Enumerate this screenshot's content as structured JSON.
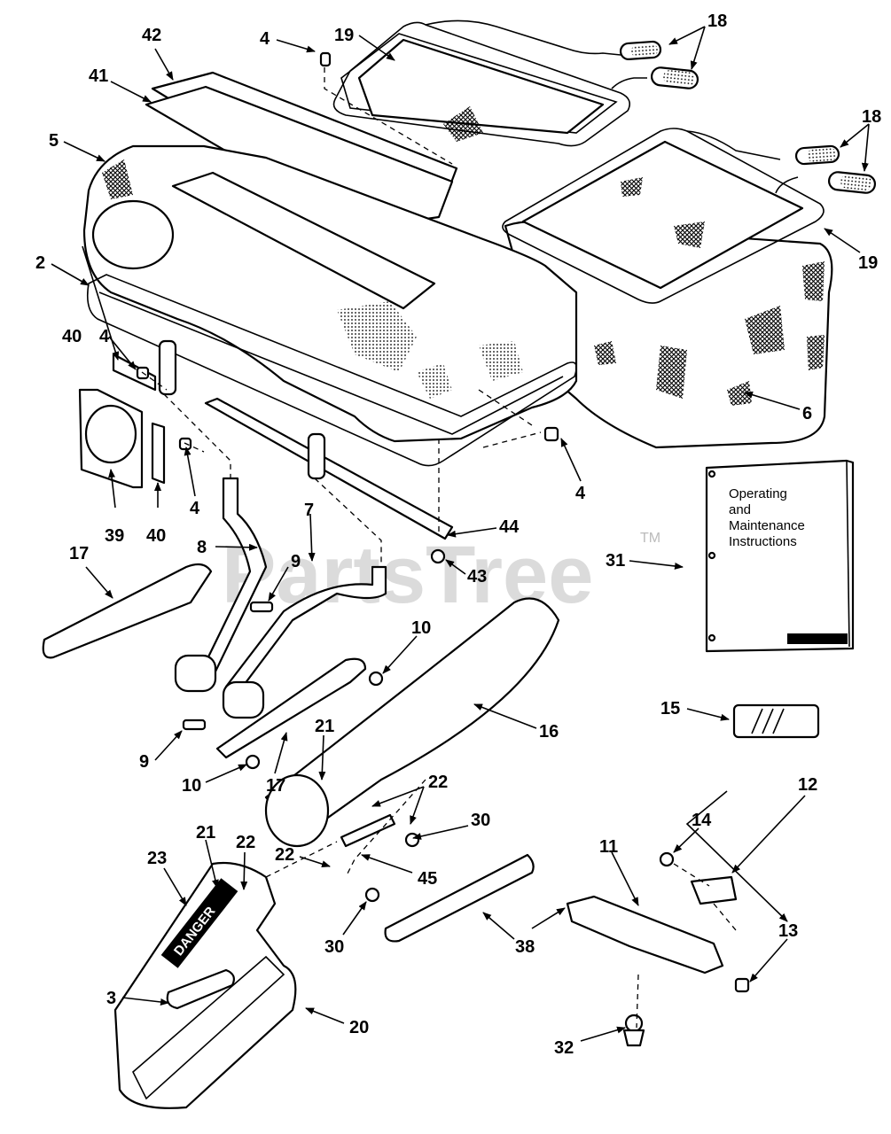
{
  "watermark": {
    "text": "PartsTree",
    "trademark": "TM"
  },
  "manual": {
    "line1": "Operating",
    "line2": "and",
    "line3": "Maintenance",
    "line4": "Instructions"
  },
  "decal": {
    "text": "DANGER"
  },
  "callouts": {
    "c42": "42",
    "c41": "41",
    "c5": "5",
    "c2": "2",
    "c40a": "40",
    "c4a": "4",
    "c4b": "4",
    "c19a": "19",
    "c18a": "18",
    "c18b": "18",
    "c19b": "19",
    "c6": "6",
    "c39": "39",
    "c40b": "40",
    "c4c": "4",
    "c4d": "4",
    "c7": "7",
    "c8": "8",
    "c17a": "17",
    "c9a": "9",
    "c44": "44",
    "c43": "43",
    "c31": "31",
    "c10a": "10",
    "c16": "16",
    "c15": "15",
    "c9b": "9",
    "c10b": "10",
    "c17b": "17",
    "c21a": "21",
    "c22a": "22",
    "c30a": "30",
    "c14": "14",
    "c12": "12",
    "c11": "11",
    "c13": "13",
    "c23": "23",
    "c21b": "21",
    "c22b": "22",
    "c22c": "22",
    "c45": "45",
    "c30b": "30",
    "c38": "38",
    "c3": "3",
    "c20": "20",
    "c32": "32"
  }
}
